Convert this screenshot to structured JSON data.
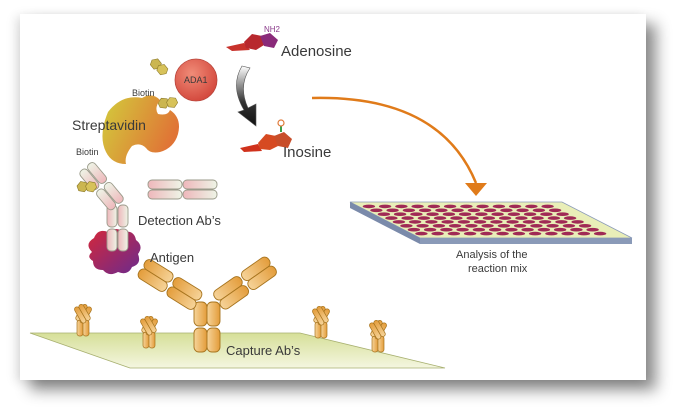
{
  "diagram": {
    "title": "",
    "labels": {
      "adenosine": "Adenosine",
      "nh2": "NH2",
      "ada1": "ADA1",
      "biotin_top": "Biotin",
      "streptavidin": "Streptavidin",
      "biotin_bottom": "Biotin",
      "inosine": "Inosine",
      "detection_abs": "Detection Ab’s",
      "antigen": "Antigen",
      "capture_abs": "Capture Ab’s",
      "analysis_line1": "Analysis of the",
      "analysis_line2": "reaction mix"
    },
    "plate": {
      "rows": 8,
      "columns": 12
    },
    "colors": {
      "ada1": "#d9534a",
      "streptavidin_start": "#c9c23a",
      "streptavidin_end": "#e07a3a",
      "biotin": "#c8b24a",
      "detection_ab": "#f1c9cc",
      "antigen_start": "#c8283a",
      "antigen_end": "#6a2a8a",
      "capture_ab": "#e9a84a",
      "surface": "#dfe6a8",
      "orange_arrow": "#e07b1a",
      "plate_wells": "#a02a55",
      "plate_top": "#e9eeb8",
      "plate_side": "#8a9ab8",
      "molecule": "#c8322c"
    }
  }
}
